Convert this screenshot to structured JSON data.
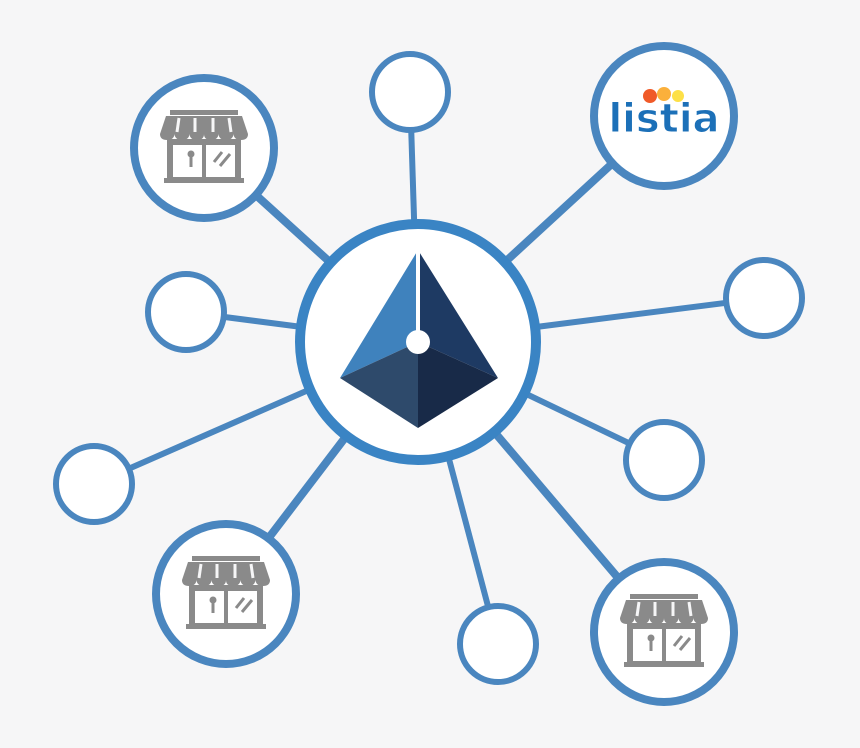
{
  "diagram": {
    "hub": {
      "icon": "pyramid-logo-icon"
    },
    "nodes": [
      {
        "id": "node-top",
        "kind": "empty"
      },
      {
        "id": "node-listia",
        "kind": "logo",
        "logo_text": "listia",
        "logo_colors": [
          "#f05a28",
          "#fbb03b",
          "#fde047"
        ]
      },
      {
        "id": "node-right",
        "kind": "empty"
      },
      {
        "id": "node-right-lower",
        "kind": "empty"
      },
      {
        "id": "node-store-bottom-right",
        "kind": "store",
        "icon": "storefront-icon"
      },
      {
        "id": "node-bottom",
        "kind": "empty"
      },
      {
        "id": "node-store-bottom-left",
        "kind": "store",
        "icon": "storefront-icon"
      },
      {
        "id": "node-left-lower",
        "kind": "empty"
      },
      {
        "id": "node-left",
        "kind": "empty"
      },
      {
        "id": "node-store-top-left",
        "kind": "store",
        "icon": "storefront-icon"
      }
    ],
    "colors": {
      "background": "#f6f6f7",
      "ring": "#4a86bf",
      "hub_ring": "#3a84c4",
      "connector": "#4a86bf",
      "pyramid_light": "#3f82bd",
      "pyramid_dark": "#1e3a63",
      "pyramid_base_left": "#2e4a6b",
      "pyramid_base_right": "#182a48",
      "store_icon": "#8a8a8a",
      "listia_text": "#1c70b8"
    }
  }
}
